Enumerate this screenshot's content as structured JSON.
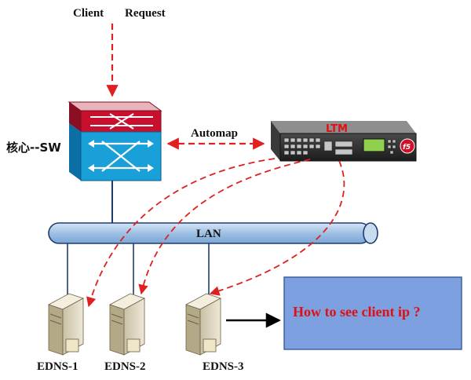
{
  "labels": {
    "client": "Client",
    "request": "Request",
    "core_switch": "核心--SW",
    "automap": "Automap",
    "ltm": "LTM",
    "lan": "LAN",
    "question": "How to see client ip ?"
  },
  "servers": [
    {
      "name": "EDNS-1"
    },
    {
      "name": "EDNS-2"
    },
    {
      "name": "EDNS-3"
    }
  ],
  "colors": {
    "dashed_red": "#e02020",
    "question_text": "#e01010",
    "question_box": "#7da0e0",
    "lan_bar": "#a9c6e6",
    "switch_top": "#c8102e",
    "switch_bottom": "#1aa0d8",
    "ltm_body": "#2d2d2d",
    "f5_logo": "#d0102a"
  }
}
